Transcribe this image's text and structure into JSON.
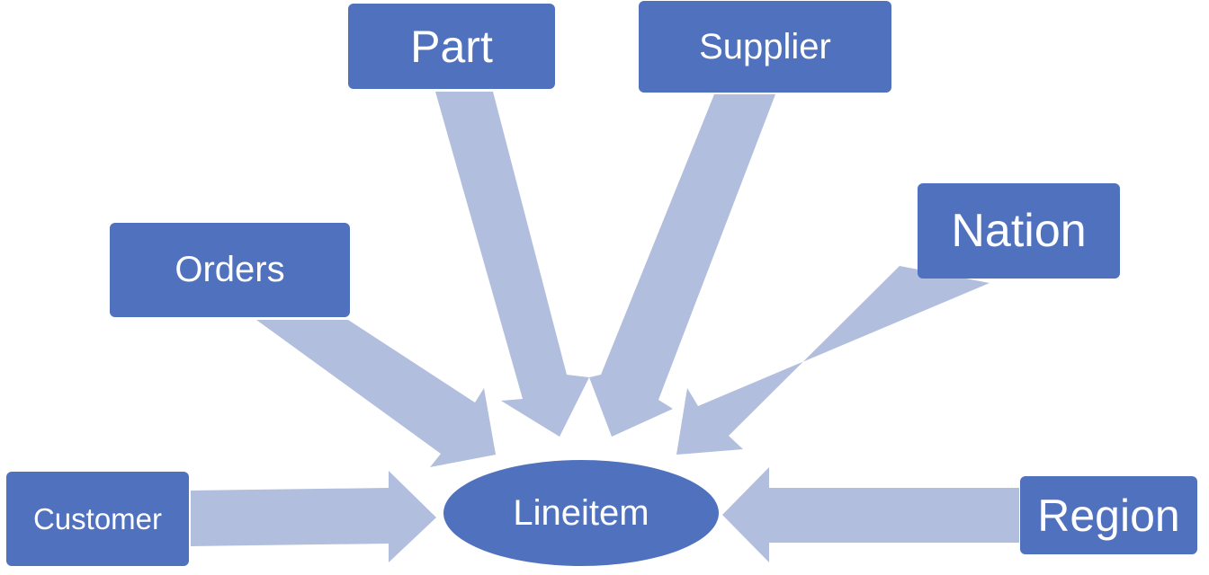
{
  "colors": {
    "box_fill": "#4f71be",
    "arrow_fill": "#b1bedd",
    "text": "#ffffff"
  },
  "center": {
    "label": "Lineitem"
  },
  "sources": [
    {
      "id": "part",
      "label": "Part"
    },
    {
      "id": "supplier",
      "label": "Supplier"
    },
    {
      "id": "orders",
      "label": "Orders"
    },
    {
      "id": "nation",
      "label": "Nation"
    },
    {
      "id": "customer",
      "label": "Customer"
    },
    {
      "id": "region",
      "label": "Region"
    }
  ]
}
